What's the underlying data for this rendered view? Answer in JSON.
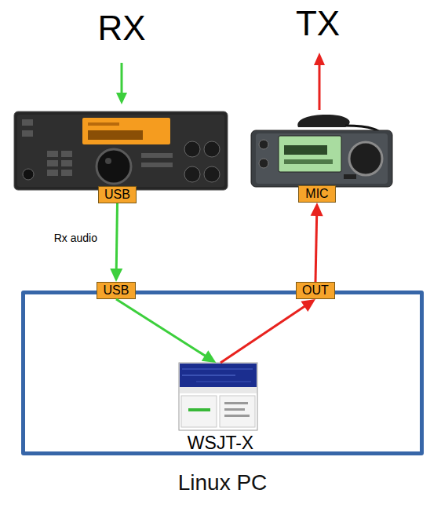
{
  "diagram": {
    "nodes": [
      {
        "text": [
          "USB"
        ]
      },
      {
        "text": [
          "MIC"
        ]
      },
      {
        "text": [
          "Linux PC"
        ]
      },
      {
        "text": [
          "USB"
        ],
        "in": 2
      },
      {
        "text": [
          "OUT"
        ],
        "in": 2
      },
      {
        "text": [
          "WSJT-X"
        ],
        "in": 2
      }
    ],
    "edges": [
      {
        "from": 0,
        "to": 3,
        "arrow": "to",
        "label": "Rx audio"
      },
      {
        "from": 3,
        "to": 5,
        "arrow": "to"
      },
      {
        "from": 5,
        "to": 4,
        "arrow": "to"
      },
      {
        "from": 4,
        "to": 1,
        "arrow": "to"
      }
    ],
    "labels": [
      "RX",
      "TX"
    ]
  }
}
